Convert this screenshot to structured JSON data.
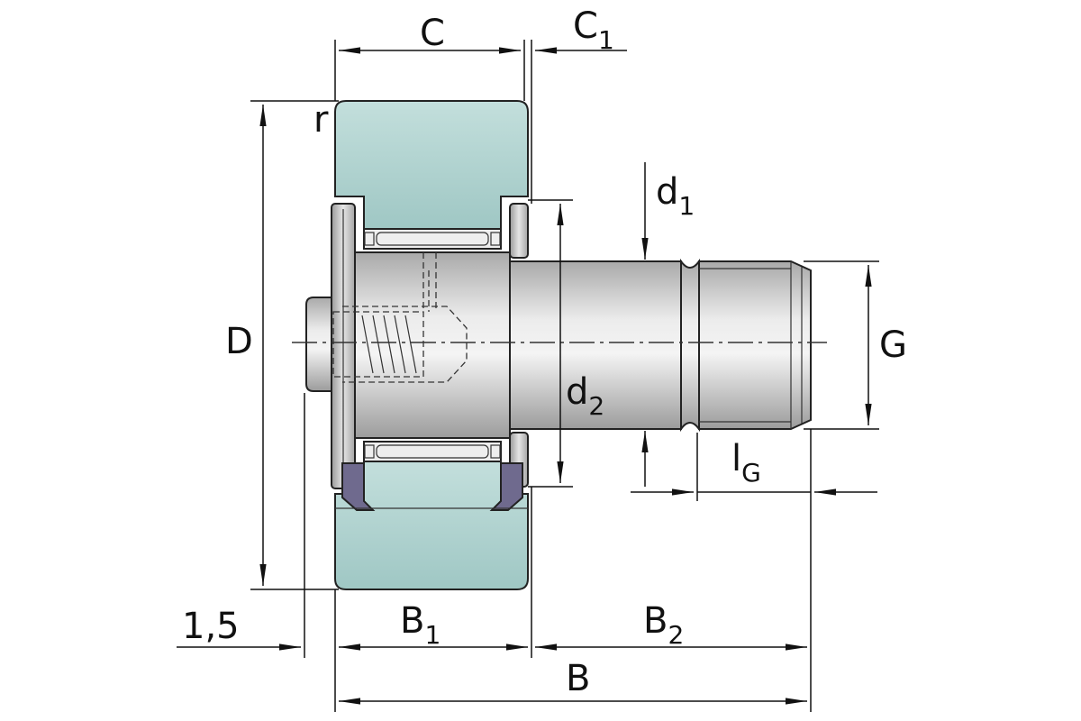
{
  "labels": {
    "C": "C",
    "C1": {
      "main": "C",
      "sub": "1"
    },
    "r": "r",
    "d1": {
      "main": "d",
      "sub": "1"
    },
    "D": "D",
    "d2": {
      "main": "d",
      "sub": "2"
    },
    "G": "G",
    "lG": {
      "main": "l",
      "sub": "G"
    },
    "dist": "1,5",
    "B1": {
      "main": "B",
      "sub": "1"
    },
    "B2": {
      "main": "B",
      "sub": "2"
    },
    "B": "B"
  },
  "colors": {
    "outer_ring": "#a9cfcc",
    "shaft_mid": "#e8e8e8",
    "shaft_dark": "#a9a9a9",
    "seal": "#6f6a8e",
    "needle": "#c8e4e2"
  }
}
